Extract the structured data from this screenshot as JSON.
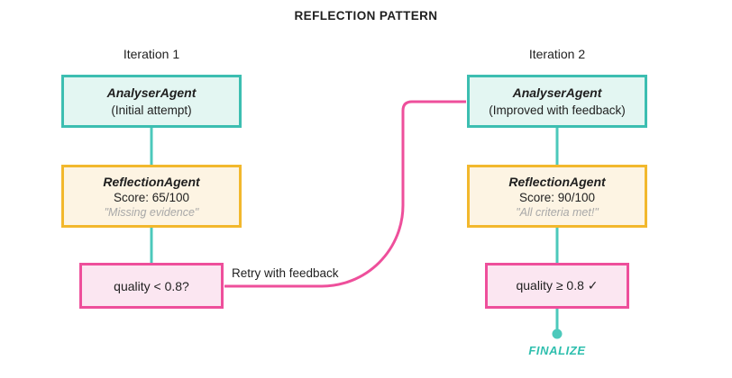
{
  "title": "REFLECTION PATTERN",
  "edge_label": "Retry with feedback",
  "finalize_label": "FINALIZE",
  "colors": {
    "teal": "#3cbeb1",
    "teal-line": "#4cc9bb",
    "teal-strong": "#2fbfae",
    "teal-light": "#e3f6f2",
    "yellow": "#f2b82d",
    "cream": "#fdf4e3",
    "pink": "#ee4f9b",
    "pink-light": "#fbe6f1",
    "text-dark": "#1f1f1f",
    "text-muted": "#a8a8a8"
  },
  "iterations": [
    {
      "label": "Iteration 1",
      "analyser": {
        "name": "AnalyserAgent",
        "subtitle": "(Initial attempt)"
      },
      "reflection": {
        "name": "ReflectionAgent",
        "score": "Score: 65/100",
        "quote": "\"Missing evidence\""
      },
      "quality": {
        "label": "quality < 0.8?"
      }
    },
    {
      "label": "Iteration 2",
      "analyser": {
        "name": "AnalyserAgent",
        "subtitle": "(Improved with feedback)"
      },
      "reflection": {
        "name": "ReflectionAgent",
        "score": "Score: 90/100",
        "quote": "\"All criteria met!\""
      },
      "quality": {
        "label": "quality ≥ 0.8 ✓"
      }
    }
  ]
}
